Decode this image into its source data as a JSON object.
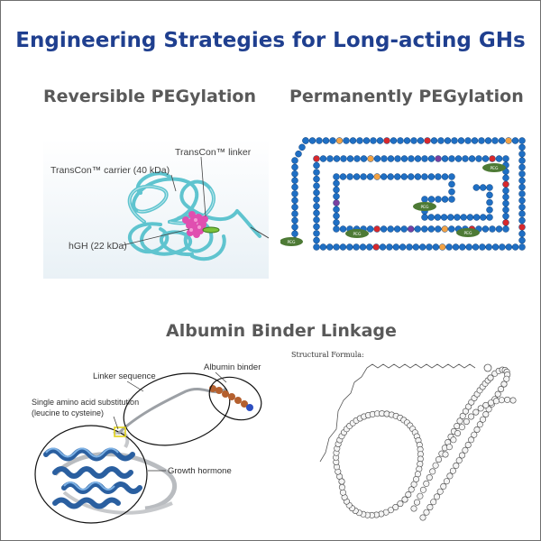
{
  "title": "Engineering Strategies for Long-acting GHs",
  "sections": {
    "reversible": {
      "heading": "Reversible PEGylation",
      "labels": {
        "linker": "TransCon™ linker",
        "carrier": "TransCon™ carrier (40 kDa)",
        "hgh": "hGH (22 kDa)"
      }
    },
    "permanent": {
      "heading": "Permanently PEGylation",
      "peg_tag": "PEG"
    },
    "albumin": {
      "heading": "Albumin Binder Linkage",
      "labels": {
        "linker_sequence": "Linker sequence",
        "albumin_binder": "Albumin binder",
        "substitution_line1": "Single amino acid substitution",
        "substitution_line2": "(leucine to cysteine)",
        "growth_hormone": "Growth hormone"
      },
      "structural_formula": "Structural Formula:"
    }
  },
  "colors": {
    "title": "#1f3f8f",
    "heading": "#595959",
    "bead": "#1f6fc4",
    "bead_highlight_red": "#d8282c",
    "bead_highlight_orange": "#f3a243",
    "bead_highlight_purple": "#7a3fa0",
    "peg": "#4d7a35",
    "ribbon": "#5fc4cf",
    "hgh": "#e04fb0",
    "helix": "#2a5fa0"
  }
}
